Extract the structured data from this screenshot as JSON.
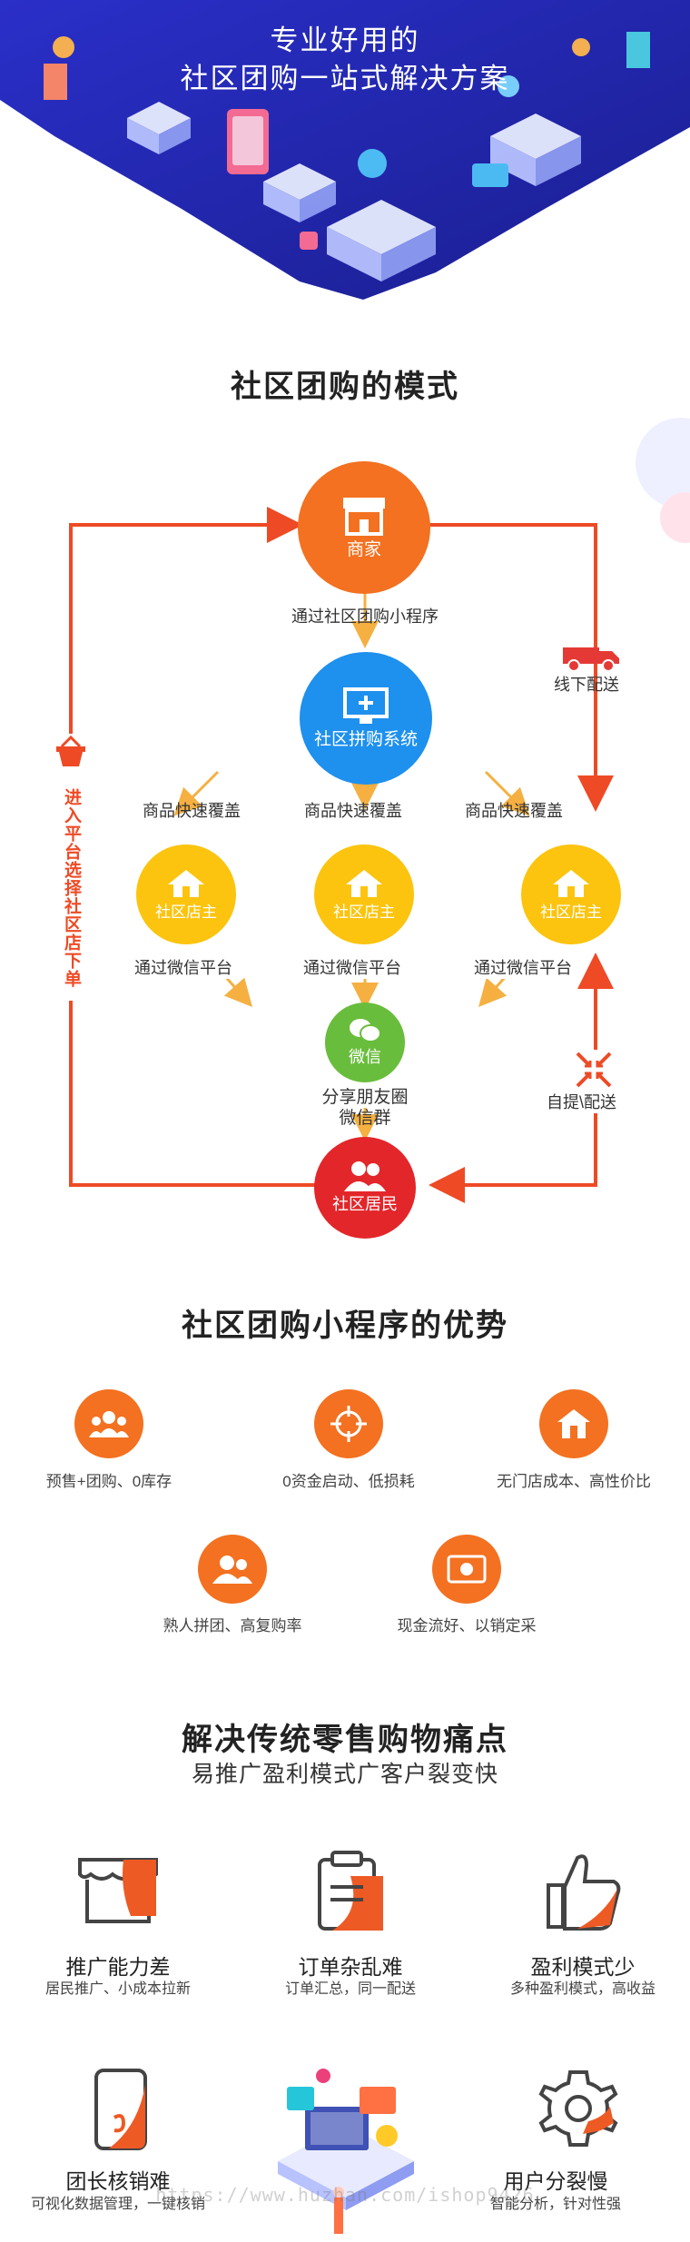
{
  "hero": {
    "line1": "专业好用的",
    "line2": "社区团购一站式解决方案"
  },
  "model": {
    "title": "社区团购的模式",
    "merchant": "商家",
    "miniapp_label": "通过社区团购小程序",
    "system": "社区拼购系统",
    "offline_label": "线下配送",
    "left_label": "进入平台选择社区店下单",
    "cover_labels": [
      "商品快速覆盖",
      "商品快速覆盖",
      "商品快速覆盖"
    ],
    "store_labels": [
      "社区店主",
      "社区店主",
      "社区店主"
    ],
    "wechat_platform_labels": [
      "通过微信平台",
      "通过微信平台",
      "通过微信平台"
    ],
    "wechat": "微信",
    "share_line1": "分享朋友圈",
    "share_line2": "微信群",
    "pickup_label": "自提\\配送",
    "resident": "社区居民"
  },
  "advantages": {
    "title": "社区团购小程序的优势",
    "items": [
      {
        "label": "预售+团购、0库存",
        "icon": "users-group-icon"
      },
      {
        "label": "0资金启动、低损耗",
        "icon": "target-icon"
      },
      {
        "label": "无门店成本、高性价比",
        "icon": "house-icon"
      },
      {
        "label": "熟人拼团、高复购率",
        "icon": "friends-icon"
      },
      {
        "label": "现金流好、以销定采",
        "icon": "cash-icon"
      }
    ]
  },
  "pain": {
    "title": "解决传统零售购物痛点",
    "subtitle": "易推广盈利模式广客户裂变快",
    "items": [
      {
        "title": "推广能力差",
        "desc": "居民推广、小成本拉新",
        "icon": "shop-icon"
      },
      {
        "title": "订单杂乱难",
        "desc": "订单汇总，同一配送",
        "icon": "clipboard-icon"
      },
      {
        "title": "盈利模式少",
        "desc": "多种盈利模式，高收益",
        "icon": "thumbs-up-icon"
      },
      {
        "title": "团长核销难",
        "desc": "可视化数据管理，一键核销",
        "icon": "phone-icon"
      },
      {
        "title": "用户分裂慢",
        "desc": "智能分析，针对性强",
        "icon": "gear-icon"
      }
    ]
  },
  "watermark": "https://www.huzhan.com/ishop9426"
}
